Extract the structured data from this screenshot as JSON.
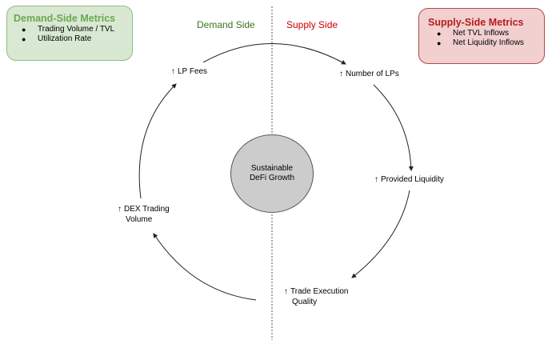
{
  "demand_metrics": {
    "title": "Demand-Side Metrics",
    "items": [
      "Trading Volume / TVL",
      "Utilization Rate"
    ],
    "bullet": "●",
    "color": "#6aa84f",
    "fill": "#d8e8d2"
  },
  "supply_metrics": {
    "title": "Supply-Side Metrics",
    "items": [
      "Net TVL Inflows",
      "Net Liquidity Inflows"
    ],
    "bullet": "●",
    "color": "#b71c1c",
    "fill": "#f2d0d0"
  },
  "sides": {
    "demand": "Demand Side",
    "supply": "Supply Side"
  },
  "center": {
    "line1": "Sustainable",
    "line2": "DeFi Growth"
  },
  "cycle_nodes": {
    "arrow_glyph": "↑",
    "lp_fees": {
      "line1": "LP Fees"
    },
    "number_of_lps": {
      "line1": "Number of LPs"
    },
    "provided_liquidity": {
      "line1": "Provided Liquidity"
    },
    "trade_execution": {
      "line1": "Trade Execution",
      "line2": "Quality"
    },
    "dex_volume": {
      "line1": "DEX Trading",
      "line2": "Volume"
    }
  }
}
